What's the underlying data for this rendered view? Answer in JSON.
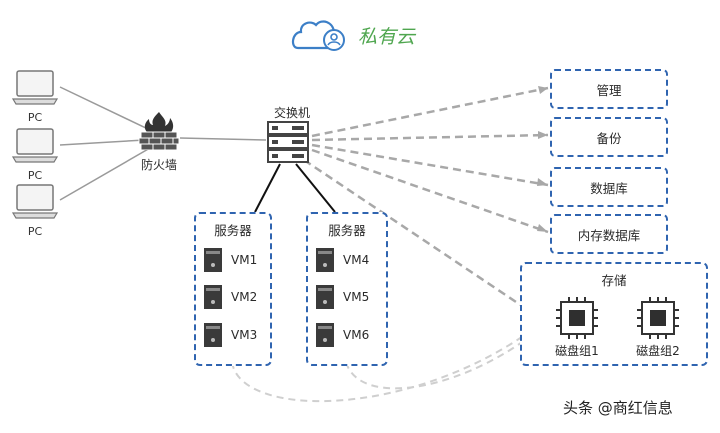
{
  "title": "私有云",
  "icons": [
    "cloud-user-icon",
    "laptop-icon",
    "firewall-icon",
    "switch-icon",
    "server-icon",
    "cpu-chip-icon"
  ],
  "colors": {
    "accent_blue": "#2f64b0",
    "title_green": "#4fa64f",
    "line_gray": "#999999",
    "dashed_gray": "#a8a8a8",
    "light_dashed": "#cfcfcf"
  },
  "pcs": [
    {
      "label": "PC"
    },
    {
      "label": "PC"
    },
    {
      "label": "PC"
    }
  ],
  "firewall": {
    "label": "防火墙"
  },
  "switch": {
    "label": "交换机"
  },
  "servers": [
    {
      "header": "服务器",
      "vms": [
        "VM1",
        "VM2",
        "VM3"
      ]
    },
    {
      "header": "服务器",
      "vms": [
        "VM4",
        "VM5",
        "VM6"
      ]
    }
  ],
  "services": [
    "管理",
    "备份",
    "数据库",
    "内存数据库"
  ],
  "storage": {
    "header": "存储",
    "disks": [
      "磁盘组1",
      "磁盘组2"
    ]
  },
  "watermark": "头条 @商红信息"
}
